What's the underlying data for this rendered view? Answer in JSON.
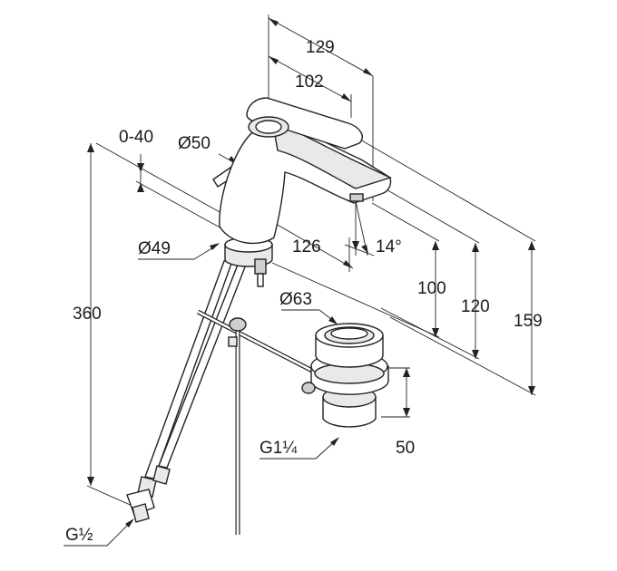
{
  "dimensions": {
    "d129": "129",
    "d102": "102",
    "d040": "0-40",
    "dia50": "Ø50",
    "dia49": "Ø49",
    "d126": "126",
    "ang14": "14°",
    "d100": "100",
    "d120": "120",
    "d159": "159",
    "d360": "360",
    "dia63": "Ø63",
    "d50": "50",
    "g114": "G1¼",
    "g12": "G½"
  }
}
